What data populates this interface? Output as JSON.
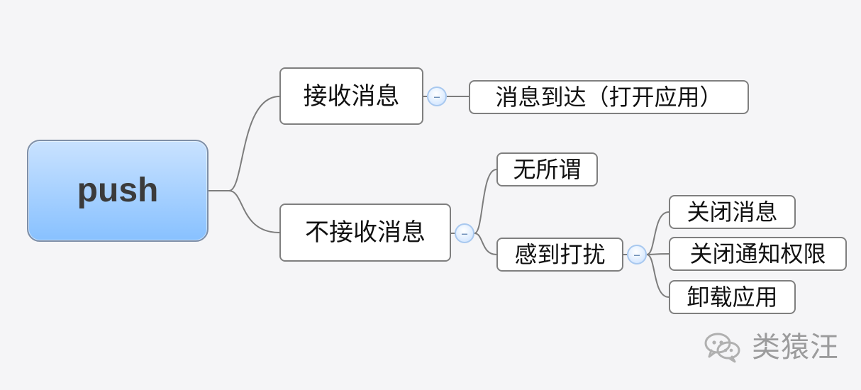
{
  "diagram": {
    "root": {
      "label": "push"
    },
    "branches": [
      {
        "label": "接收消息",
        "children": [
          {
            "label": "消息到达（打开应用）"
          }
        ]
      },
      {
        "label": "不接收消息",
        "children": [
          {
            "label": "无所谓"
          },
          {
            "label": "感到打扰",
            "children": [
              {
                "label": "关闭消息"
              },
              {
                "label": "关闭通知权限"
              },
              {
                "label": "卸载应用"
              }
            ]
          }
        ]
      }
    ]
  },
  "toggles": {
    "collapse_symbol": "–"
  },
  "watermark": {
    "text": "类猿汪",
    "icon": "wechat-icon"
  },
  "colors": {
    "background": "#f5f5f7",
    "root_top": "#c9e2ff",
    "root_bottom": "#88c1ff",
    "node_border": "#7f7f7f",
    "connector": "#7d7d7d",
    "toggle_border": "#a8c8ef"
  }
}
